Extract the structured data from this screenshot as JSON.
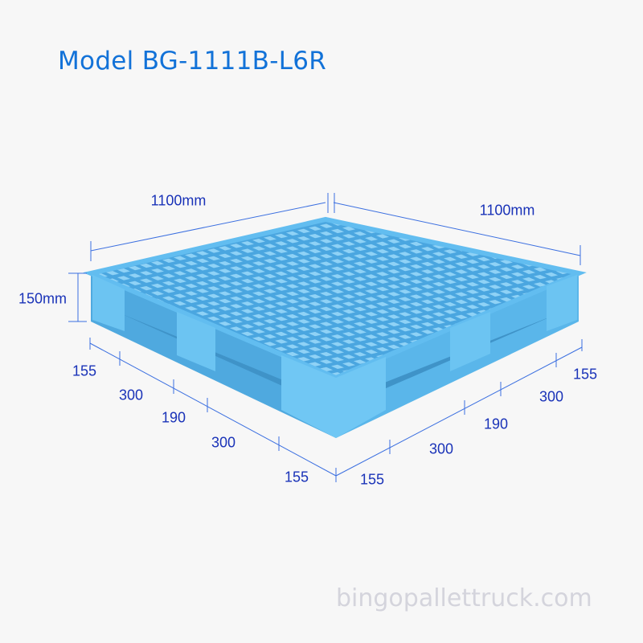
{
  "title": "Model BG-1111B-L6R",
  "dimensions": {
    "length": "1100mm",
    "width": "1100mm",
    "height": "150mm",
    "left_segments": [
      "155",
      "300",
      "190",
      "300",
      "155"
    ],
    "right_segments": [
      "155",
      "300",
      "190",
      "300",
      "155"
    ]
  },
  "watermark": "bingopallettruck.com",
  "colors": {
    "title": "#1272d8",
    "dimension_text": "#1a33b8",
    "dimension_line": "#3b6fe0",
    "pallet": "#5cb8ec"
  }
}
